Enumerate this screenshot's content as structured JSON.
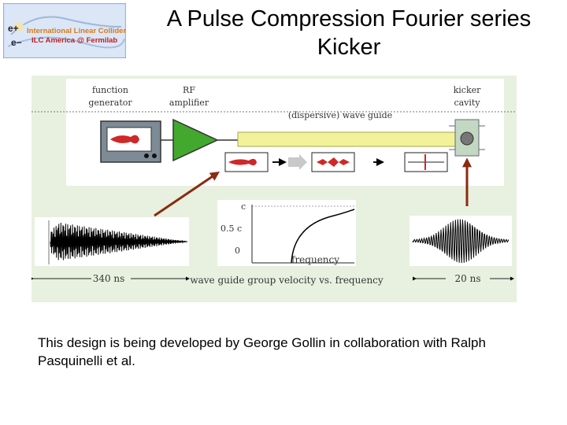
{
  "logo": {
    "line1": "International Linear Collider",
    "line2": "ILC America @ Fermilab",
    "eplus": "e+",
    "eminus": "e−"
  },
  "title": {
    "line1": "A Pulse Compression Fourier series",
    "line2": "Kicker"
  },
  "diagram": {
    "labels": {
      "function_generator": [
        "function",
        "generator"
      ],
      "rf_amplifier": [
        "RF",
        "amplifier"
      ],
      "wave_guide": "(dispersive) wave guide",
      "kicker_cavity": [
        "kicker",
        "cavity"
      ]
    },
    "plot": {
      "y_ticks": [
        "c",
        "0.5 c",
        "0"
      ],
      "x_label": "frequency",
      "caption": "wave guide group velocity vs. frequency"
    },
    "left_time": "340 ns",
    "right_time": "20 ns"
  },
  "caption": "This design is being developed by George Gollin in collaboration with Ralph Pasquinelli et al."
}
